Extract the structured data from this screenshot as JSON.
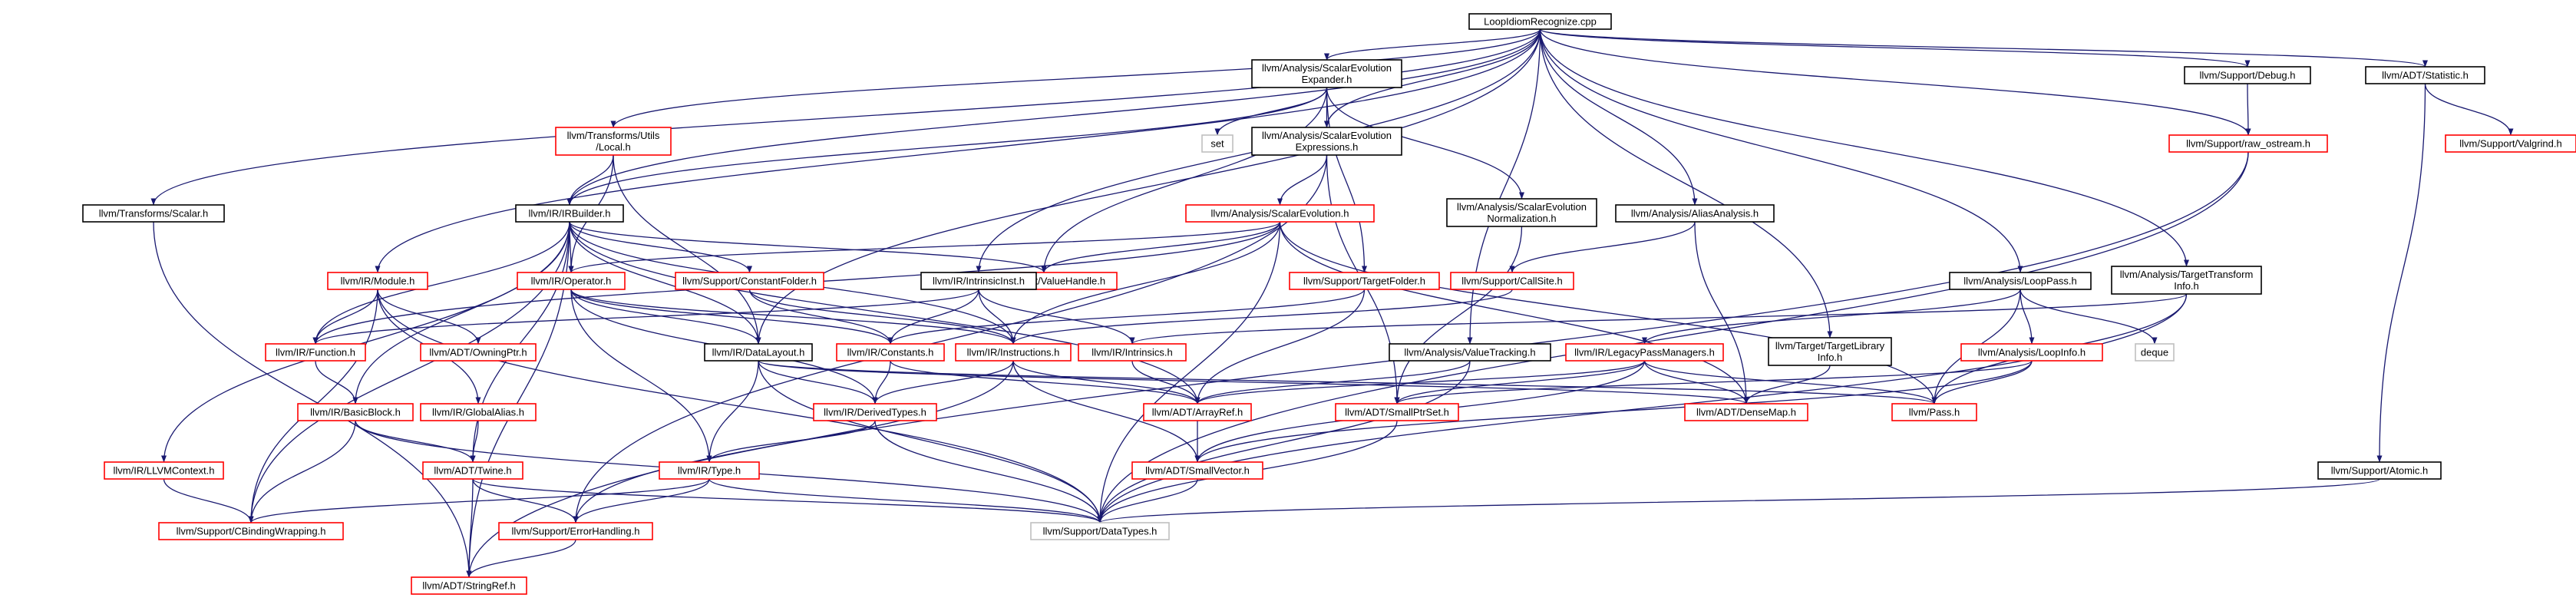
{
  "colors": {
    "edge": "#191970",
    "root_fill": "#bfbfbf",
    "documented_border": "#000000",
    "undocumented_border": "#ff0000",
    "external_border": "#bfbfbf"
  },
  "nodes": [
    {
      "id": "root",
      "lines": [
        "LoopIdiomRecognize.cpp"
      ],
      "kind": "root"
    },
    {
      "id": "sce_expander",
      "lines": [
        "llvm/Analysis/ScalarEvolution",
        "Expander.h"
      ],
      "kind": "documented"
    },
    {
      "id": "support_debug",
      "lines": [
        "llvm/Support/Debug.h"
      ],
      "kind": "documented"
    },
    {
      "id": "adt_statistic",
      "lines": [
        "llvm/ADT/Statistic.h"
      ],
      "kind": "documented"
    },
    {
      "id": "transforms_local",
      "lines": [
        "llvm/Transforms/Utils",
        "/Local.h"
      ],
      "kind": "undocumented"
    },
    {
      "id": "set",
      "lines": [
        "set"
      ],
      "kind": "external"
    },
    {
      "id": "sce_expressions",
      "lines": [
        "llvm/Analysis/ScalarEvolution",
        "Expressions.h"
      ],
      "kind": "documented"
    },
    {
      "id": "raw_ostream",
      "lines": [
        "llvm/Support/raw_ostream.h"
      ],
      "kind": "undocumented"
    },
    {
      "id": "valgrind",
      "lines": [
        "llvm/Support/Valgrind.h"
      ],
      "kind": "undocumented"
    },
    {
      "id": "transforms_scalar",
      "lines": [
        "llvm/Transforms/Scalar.h"
      ],
      "kind": "documented"
    },
    {
      "id": "irbuilder",
      "lines": [
        "llvm/IR/IRBuilder.h"
      ],
      "kind": "documented"
    },
    {
      "id": "scalar_evolution",
      "lines": [
        "llvm/Analysis/ScalarEvolution.h"
      ],
      "kind": "undocumented"
    },
    {
      "id": "sce_normalization",
      "lines": [
        "llvm/Analysis/ScalarEvolution",
        "Normalization.h"
      ],
      "kind": "documented"
    },
    {
      "id": "alias_analysis",
      "lines": [
        "llvm/Analysis/AliasAnalysis.h"
      ],
      "kind": "documented"
    },
    {
      "id": "module",
      "lines": [
        "llvm/IR/Module.h"
      ],
      "kind": "undocumented"
    },
    {
      "id": "operator",
      "lines": [
        "llvm/IR/Operator.h"
      ],
      "kind": "undocumented"
    },
    {
      "id": "constant_folder",
      "lines": [
        "llvm/Support/ConstantFolder.h"
      ],
      "kind": "undocumented"
    },
    {
      "id": "value_handle",
      "lines": [
        "llvm/Support/ValueHandle.h"
      ],
      "kind": "undocumented"
    },
    {
      "id": "intrinsic_inst",
      "lines": [
        "llvm/IR/IntrinsicInst.h"
      ],
      "kind": "documented"
    },
    {
      "id": "target_folder",
      "lines": [
        "llvm/Support/TargetFolder.h"
      ],
      "kind": "undocumented"
    },
    {
      "id": "call_site",
      "lines": [
        "llvm/Support/CallSite.h"
      ],
      "kind": "undocumented"
    },
    {
      "id": "loop_pass",
      "lines": [
        "llvm/Analysis/LoopPass.h"
      ],
      "kind": "documented"
    },
    {
      "id": "target_transform_info",
      "lines": [
        "llvm/Analysis/TargetTransform",
        "Info.h"
      ],
      "kind": "documented"
    },
    {
      "id": "function",
      "lines": [
        "llvm/IR/Function.h"
      ],
      "kind": "undocumented"
    },
    {
      "id": "owning_ptr",
      "lines": [
        "llvm/ADT/OwningPtr.h"
      ],
      "kind": "undocumented"
    },
    {
      "id": "data_layout",
      "lines": [
        "llvm/IR/DataLayout.h"
      ],
      "kind": "documented"
    },
    {
      "id": "constants",
      "lines": [
        "llvm/IR/Constants.h"
      ],
      "kind": "undocumented"
    },
    {
      "id": "instructions",
      "lines": [
        "llvm/IR/Instructions.h"
      ],
      "kind": "undocumented"
    },
    {
      "id": "intrinsics",
      "lines": [
        "llvm/IR/Intrinsics.h"
      ],
      "kind": "undocumented"
    },
    {
      "id": "value_tracking",
      "lines": [
        "llvm/Analysis/ValueTracking.h"
      ],
      "kind": "documented"
    },
    {
      "id": "legacy_pass_managers",
      "lines": [
        "llvm/IR/LegacyPassManagers.h"
      ],
      "kind": "undocumented"
    },
    {
      "id": "target_library_info",
      "lines": [
        "llvm/Target/TargetLibrary",
        "Info.h"
      ],
      "kind": "documented"
    },
    {
      "id": "loop_info",
      "lines": [
        "llvm/Analysis/LoopInfo.h"
      ],
      "kind": "undocumented"
    },
    {
      "id": "deque",
      "lines": [
        "deque"
      ],
      "kind": "external"
    },
    {
      "id": "basic_block",
      "lines": [
        "llvm/IR/BasicBlock.h"
      ],
      "kind": "undocumented"
    },
    {
      "id": "global_alias",
      "lines": [
        "llvm/IR/GlobalAlias.h"
      ],
      "kind": "undocumented"
    },
    {
      "id": "derived_types",
      "lines": [
        "llvm/IR/DerivedTypes.h"
      ],
      "kind": "undocumented"
    },
    {
      "id": "array_ref",
      "lines": [
        "llvm/ADT/ArrayRef.h"
      ],
      "kind": "undocumented"
    },
    {
      "id": "small_ptr_set",
      "lines": [
        "llvm/ADT/SmallPtrSet.h"
      ],
      "kind": "undocumented"
    },
    {
      "id": "dense_map",
      "lines": [
        "llvm/ADT/DenseMap.h"
      ],
      "kind": "undocumented"
    },
    {
      "id": "pass",
      "lines": [
        "llvm/Pass.h"
      ],
      "kind": "undocumented"
    },
    {
      "id": "llvm_context",
      "lines": [
        "llvm/IR/LLVMContext.h"
      ],
      "kind": "undocumented"
    },
    {
      "id": "twine",
      "lines": [
        "llvm/ADT/Twine.h"
      ],
      "kind": "undocumented"
    },
    {
      "id": "type",
      "lines": [
        "llvm/IR/Type.h"
      ],
      "kind": "undocumented"
    },
    {
      "id": "small_vector",
      "lines": [
        "llvm/ADT/SmallVector.h"
      ],
      "kind": "undocumented"
    },
    {
      "id": "atomic",
      "lines": [
        "llvm/Support/Atomic.h"
      ],
      "kind": "documented"
    },
    {
      "id": "c_binding_wrapping",
      "lines": [
        "llvm/Support/CBindingWrapping.h"
      ],
      "kind": "undocumented"
    },
    {
      "id": "error_handling",
      "lines": [
        "llvm/Support/ErrorHandling.h"
      ],
      "kind": "undocumented"
    },
    {
      "id": "data_types",
      "lines": [
        "llvm/Support/DataTypes.h"
      ],
      "kind": "external"
    },
    {
      "id": "string_ref",
      "lines": [
        "llvm/ADT/StringRef.h"
      ],
      "kind": "undocumented"
    }
  ],
  "edges": [
    [
      "root",
      "sce_expander"
    ],
    [
      "root",
      "support_debug"
    ],
    [
      "root",
      "adt_statistic"
    ],
    [
      "root",
      "transforms_local"
    ],
    [
      "root",
      "sce_expressions"
    ],
    [
      "root",
      "raw_ostream"
    ],
    [
      "root",
      "transforms_scalar"
    ],
    [
      "root",
      "irbuilder"
    ],
    [
      "root",
      "alias_analysis"
    ],
    [
      "root",
      "module"
    ],
    [
      "root",
      "intrinsic_inst"
    ],
    [
      "root",
      "loop_pass"
    ],
    [
      "root",
      "target_transform_info"
    ],
    [
      "root",
      "data_layout"
    ],
    [
      "root",
      "value_tracking"
    ],
    [
      "root",
      "target_library_info"
    ],
    [
      "sce_expander",
      "irbuilder"
    ],
    [
      "sce_expander",
      "set"
    ],
    [
      "sce_expander",
      "sce_expressions"
    ],
    [
      "sce_expander",
      "sce_normalization"
    ],
    [
      "sce_expander",
      "value_handle"
    ],
    [
      "sce_expander",
      "target_folder"
    ],
    [
      "support_debug",
      "raw_ostream"
    ],
    [
      "adt_statistic",
      "valgrind"
    ],
    [
      "adt_statistic",
      "atomic"
    ],
    [
      "raw_ostream",
      "data_types"
    ],
    [
      "raw_ostream",
      "string_ref"
    ],
    [
      "transforms_local",
      "irbuilder"
    ],
    [
      "transforms_local",
      "operator"
    ],
    [
      "transforms_local",
      "data_layout"
    ],
    [
      "sce_expressions",
      "scalar_evolution"
    ],
    [
      "sce_expressions",
      "small_ptr_set"
    ],
    [
      "sce_expressions",
      "error_handling"
    ],
    [
      "transforms_scalar",
      "string_ref"
    ],
    [
      "irbuilder",
      "operator"
    ],
    [
      "irbuilder",
      "constant_folder"
    ],
    [
      "irbuilder",
      "value_handle"
    ],
    [
      "irbuilder",
      "function"
    ],
    [
      "irbuilder",
      "data_layout"
    ],
    [
      "irbuilder",
      "basic_block"
    ],
    [
      "irbuilder",
      "instructions"
    ],
    [
      "irbuilder",
      "array_ref"
    ],
    [
      "irbuilder",
      "llvm_context"
    ],
    [
      "irbuilder",
      "twine"
    ],
    [
      "irbuilder",
      "c_binding_wrapping"
    ],
    [
      "irbuilder",
      "string_ref"
    ],
    [
      "scalar_evolution",
      "operator"
    ],
    [
      "scalar_evolution",
      "value_handle"
    ],
    [
      "scalar_evolution",
      "function"
    ],
    [
      "scalar_evolution",
      "instructions"
    ],
    [
      "scalar_evolution",
      "dense_map"
    ],
    [
      "scalar_evolution",
      "pass"
    ],
    [
      "scalar_evolution",
      "data_types"
    ],
    [
      "sce_normalization",
      "small_ptr_set"
    ],
    [
      "alias_analysis",
      "call_site"
    ],
    [
      "alias_analysis",
      "dense_map"
    ],
    [
      "module",
      "function"
    ],
    [
      "module",
      "owning_ptr"
    ],
    [
      "module",
      "global_alias"
    ],
    [
      "module",
      "data_types"
    ],
    [
      "module",
      "c_binding_wrapping"
    ],
    [
      "operator",
      "constants"
    ],
    [
      "operator",
      "instructions"
    ],
    [
      "operator",
      "derived_types"
    ],
    [
      "operator",
      "type"
    ],
    [
      "operator",
      "data_layout"
    ],
    [
      "constant_folder",
      "constants"
    ],
    [
      "constant_folder",
      "instructions"
    ],
    [
      "intrinsic_inst",
      "constants"
    ],
    [
      "intrinsic_inst",
      "function"
    ],
    [
      "intrinsic_inst",
      "instructions"
    ],
    [
      "intrinsic_inst",
      "intrinsics"
    ],
    [
      "target_folder",
      "constants"
    ],
    [
      "target_folder",
      "array_ref"
    ],
    [
      "call_site",
      "instructions"
    ],
    [
      "loop_pass",
      "legacy_pass_managers"
    ],
    [
      "loop_pass",
      "loop_info"
    ],
    [
      "loop_pass",
      "pass"
    ],
    [
      "loop_pass",
      "deque"
    ],
    [
      "target_transform_info",
      "intrinsics"
    ],
    [
      "target_transform_info",
      "pass"
    ],
    [
      "target_transform_info",
      "data_types"
    ],
    [
      "function",
      "basic_block"
    ],
    [
      "data_layout",
      "derived_types"
    ],
    [
      "data_layout",
      "type"
    ],
    [
      "data_layout",
      "dense_map"
    ],
    [
      "data_layout",
      "pass"
    ],
    [
      "data_layout",
      "data_types"
    ],
    [
      "constants",
      "derived_types"
    ],
    [
      "constants",
      "array_ref"
    ],
    [
      "instructions",
      "derived_types"
    ],
    [
      "instructions",
      "array_ref"
    ],
    [
      "instructions",
      "small_vector"
    ],
    [
      "instructions",
      "error_handling"
    ],
    [
      "intrinsics",
      "array_ref"
    ],
    [
      "value_tracking",
      "array_ref"
    ],
    [
      "value_tracking",
      "data_types"
    ],
    [
      "legacy_pass_managers",
      "array_ref"
    ],
    [
      "legacy_pass_managers",
      "small_ptr_set"
    ],
    [
      "legacy_pass_managers",
      "dense_map"
    ],
    [
      "legacy_pass_managers",
      "pass"
    ],
    [
      "legacy_pass_managers",
      "small_vector"
    ],
    [
      "target_library_info",
      "dense_map"
    ],
    [
      "loop_info",
      "small_ptr_set"
    ],
    [
      "loop_info",
      "pass"
    ],
    [
      "loop_info",
      "small_vector"
    ],
    [
      "basic_block",
      "twine"
    ],
    [
      "basic_block",
      "data_types"
    ],
    [
      "basic_block",
      "c_binding_wrapping"
    ],
    [
      "global_alias",
      "twine"
    ],
    [
      "derived_types",
      "type"
    ],
    [
      "derived_types",
      "data_types"
    ],
    [
      "array_ref",
      "small_vector"
    ],
    [
      "small_ptr_set",
      "data_types"
    ],
    [
      "llvm_context",
      "c_binding_wrapping"
    ],
    [
      "twine",
      "error_handling"
    ],
    [
      "twine",
      "string_ref"
    ],
    [
      "twine",
      "data_types"
    ],
    [
      "type",
      "error_handling"
    ],
    [
      "type",
      "c_binding_wrapping"
    ],
    [
      "type",
      "data_types"
    ],
    [
      "small_vector",
      "data_types"
    ],
    [
      "atomic",
      "data_types"
    ],
    [
      "error_handling",
      "string_ref"
    ]
  ]
}
